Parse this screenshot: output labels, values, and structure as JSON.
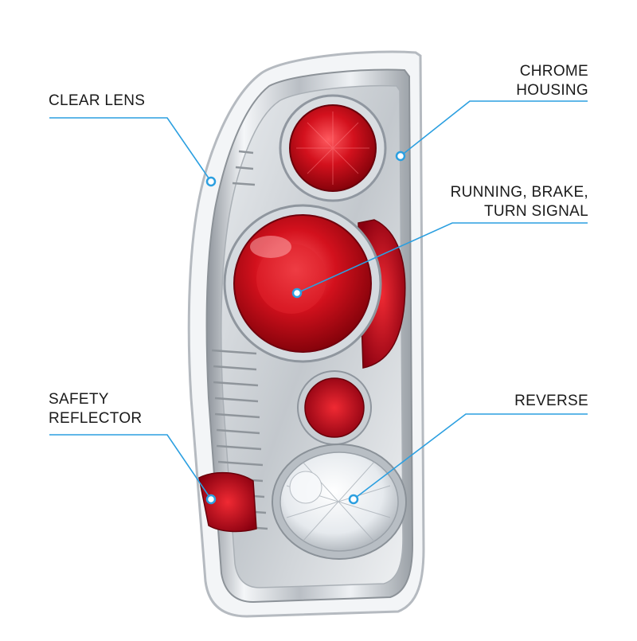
{
  "callouts": {
    "clear_lens": {
      "lines": [
        "CLEAR LENS"
      ]
    },
    "chrome": {
      "lines": [
        "CHROME",
        "HOUSING"
      ]
    },
    "running": {
      "lines": [
        "RUNNING, BRAKE,",
        "TURN SIGNAL"
      ]
    },
    "reflector": {
      "lines": [
        "SAFETY",
        "REFLECTOR"
      ]
    },
    "reverse": {
      "lines": [
        "REVERSE"
      ]
    }
  },
  "colors": {
    "text": "#1a1a1a",
    "callout_line": "#2b9fe0",
    "lens_red": "#c8101c",
    "chrome": "#cfd3d8"
  }
}
